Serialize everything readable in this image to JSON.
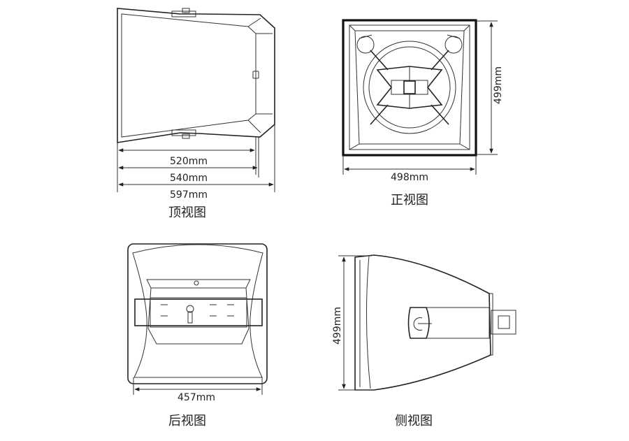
{
  "views": {
    "top": {
      "caption": "顶视图",
      "dims": [
        "520mm",
        "540mm",
        "597mm"
      ]
    },
    "front": {
      "caption": "正视图",
      "width": "498mm",
      "height": "499mm"
    },
    "back": {
      "caption": "后视图",
      "width": "457mm"
    },
    "side": {
      "caption": "侧视图",
      "height": "499mm"
    }
  }
}
